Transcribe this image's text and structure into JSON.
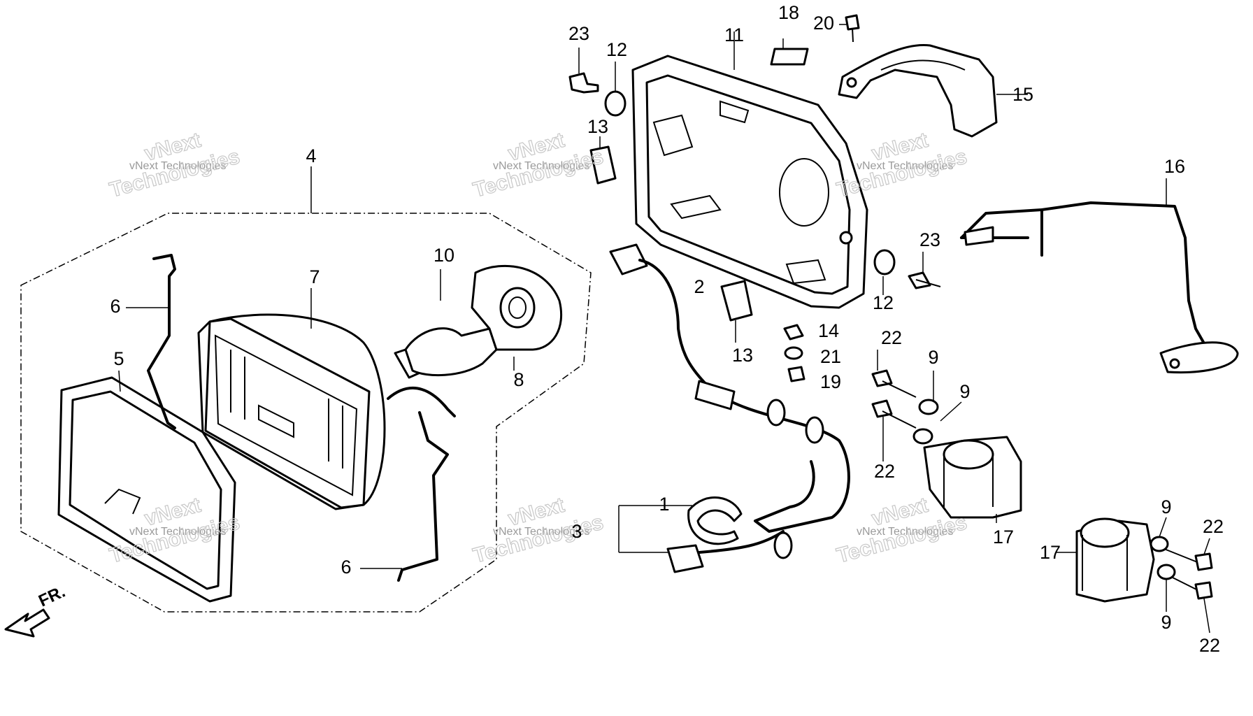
{
  "callouts": [
    "1",
    "2",
    "3",
    "4",
    "5",
    "6",
    "6",
    "7",
    "8",
    "9",
    "9",
    "9",
    "9",
    "10",
    "11",
    "12",
    "12",
    "13",
    "13",
    "14",
    "15",
    "16",
    "17",
    "17",
    "18",
    "19",
    "20",
    "21",
    "22",
    "22",
    "22",
    "22",
    "23",
    "23"
  ],
  "watermark": {
    "line1": "vNext Technologies",
    "line2": "Technologies",
    "line3": "vNext"
  },
  "direction_label": "FR."
}
